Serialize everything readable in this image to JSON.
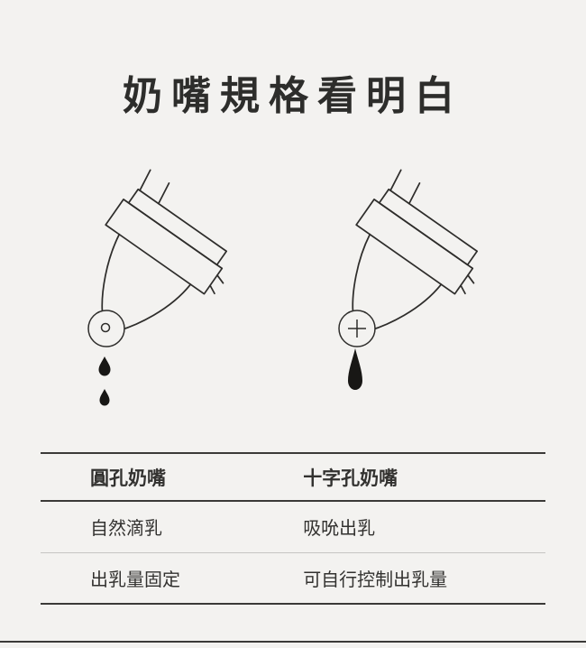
{
  "page": {
    "title": "奶嘴規格看明白",
    "background_color": "#f3f2f0",
    "ink_color": "#2d2d2b",
    "line_color": "#3b3a38",
    "drop_color": "#181715"
  },
  "figures": [
    {
      "name": "round-hole-nipple",
      "hole_type": "round",
      "drop_count": 2
    },
    {
      "name": "cross-hole-nipple",
      "hole_type": "cross",
      "drop_count": 1
    }
  ],
  "table": {
    "headers": [
      "圓孔奶嘴",
      "十字孔奶嘴"
    ],
    "rows": [
      [
        "自然滴乳",
        "吸吮出乳"
      ],
      [
        "出乳量固定",
        "可自行控制出乳量"
      ]
    ]
  }
}
